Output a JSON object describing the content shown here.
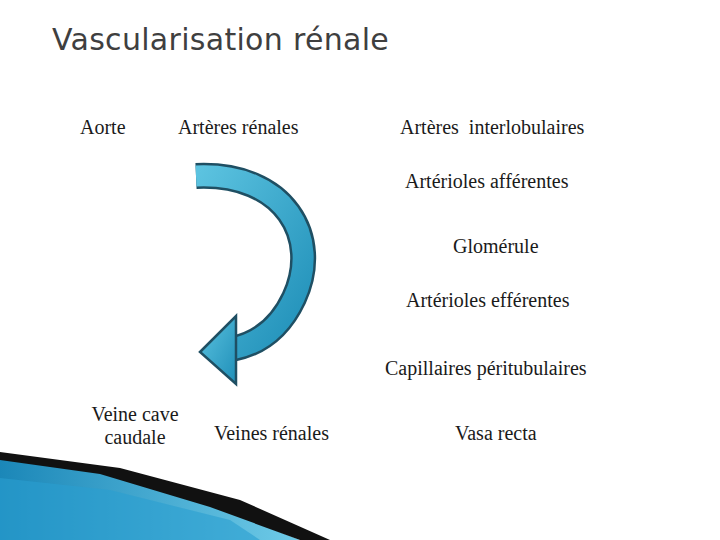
{
  "diagram": {
    "title": "Vascularisation rénale",
    "labels": [
      "Aorte",
      "Artères rénales",
      "Artères  interlobulaires",
      "Artérioles afférentes",
      "Glomérule",
      "Artérioles efférentes",
      "Capillaires péritubulaires",
      "Veine cave caudale",
      "Veines rénales",
      "Vasa recta"
    ]
  }
}
